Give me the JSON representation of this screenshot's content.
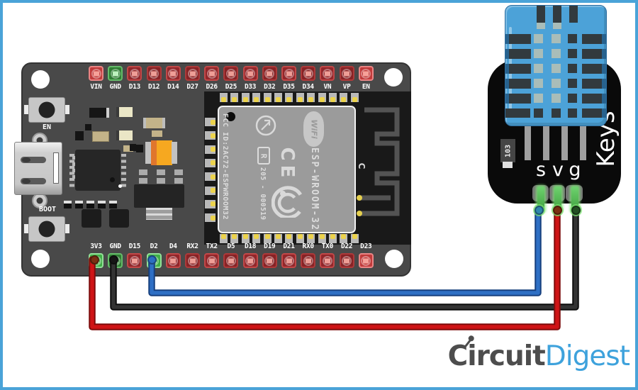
{
  "frame_color": "#4aa3d8",
  "esp32_board": {
    "en_button_label": "EN",
    "boot_button_label": "BOOT",
    "top_pins": [
      {
        "label": "VIN",
        "type": "red-bright"
      },
      {
        "label": "GND",
        "type": "green"
      },
      {
        "label": "D13",
        "type": "red-a"
      },
      {
        "label": "D12",
        "type": "red-b"
      },
      {
        "label": "D14",
        "type": "red-a"
      },
      {
        "label": "D27",
        "type": "red-b"
      },
      {
        "label": "D26",
        "type": "red-a"
      },
      {
        "label": "D25",
        "type": "red-b"
      },
      {
        "label": "D33",
        "type": "red-a"
      },
      {
        "label": "D32",
        "type": "red-b"
      },
      {
        "label": "D35",
        "type": "red-a"
      },
      {
        "label": "D34",
        "type": "red-b"
      },
      {
        "label": "VN",
        "type": "red-a"
      },
      {
        "label": "VP",
        "type": "red-b"
      },
      {
        "label": "EN",
        "type": "red-bright"
      }
    ],
    "bottom_pins": [
      {
        "label": "3V3",
        "type": "green-bright"
      },
      {
        "label": "GND",
        "type": "green"
      },
      {
        "label": "D15",
        "type": "red-a"
      },
      {
        "label": "D2",
        "type": "green-bright"
      },
      {
        "label": "D4",
        "type": "red-a"
      },
      {
        "label": "RX2",
        "type": "red-b"
      },
      {
        "label": "TX2",
        "type": "red-a"
      },
      {
        "label": "D5",
        "type": "red-b"
      },
      {
        "label": "D18",
        "type": "red-a"
      },
      {
        "label": "D19",
        "type": "red-b"
      },
      {
        "label": "D21",
        "type": "red-a"
      },
      {
        "label": "RX0",
        "type": "red-b"
      },
      {
        "label": "TX0",
        "type": "red-a"
      },
      {
        "label": "D22",
        "type": "red-b"
      },
      {
        "label": "D23",
        "type": "red-bright"
      }
    ],
    "module": {
      "fcc_text": "FCC ID:2AC72-ESPWROOM32",
      "r_mark": "R",
      "serial_text": "205 - 000519",
      "ce_mark": "CE",
      "wifi_mark": "WiFi",
      "model_text": "ESP-WROOM-32",
      "c_mark": "C"
    }
  },
  "dht11": {
    "brand_label": "Keys",
    "resistor_label": "103",
    "pin_labels": [
      "s",
      "v",
      "g"
    ]
  },
  "wires": [
    {
      "name": "signal",
      "color": "#2e6fc4",
      "edge": "#17407e",
      "from_pin": "D2",
      "to_pin": "s",
      "esp_tip": "#2b6fc2",
      "dht_tip": "#2f86ae"
    },
    {
      "name": "ground",
      "color": "#333333",
      "edge": "#0d0d0d",
      "from_pin": "GND",
      "to_pin": "g",
      "esp_tip": "#161616",
      "dht_tip": "#234f23"
    },
    {
      "name": "power",
      "color": "#cf1416",
      "edge": "#7e0b0b",
      "from_pin": "3V3",
      "to_pin": "v",
      "esp_tip": "#7a3014",
      "dht_tip": "#7a2e12"
    }
  ],
  "logo": {
    "part1": "Circuit",
    "part2": "Digest",
    "part1_color": "#4d4d4d",
    "part2_color": "#3ea2dc"
  }
}
